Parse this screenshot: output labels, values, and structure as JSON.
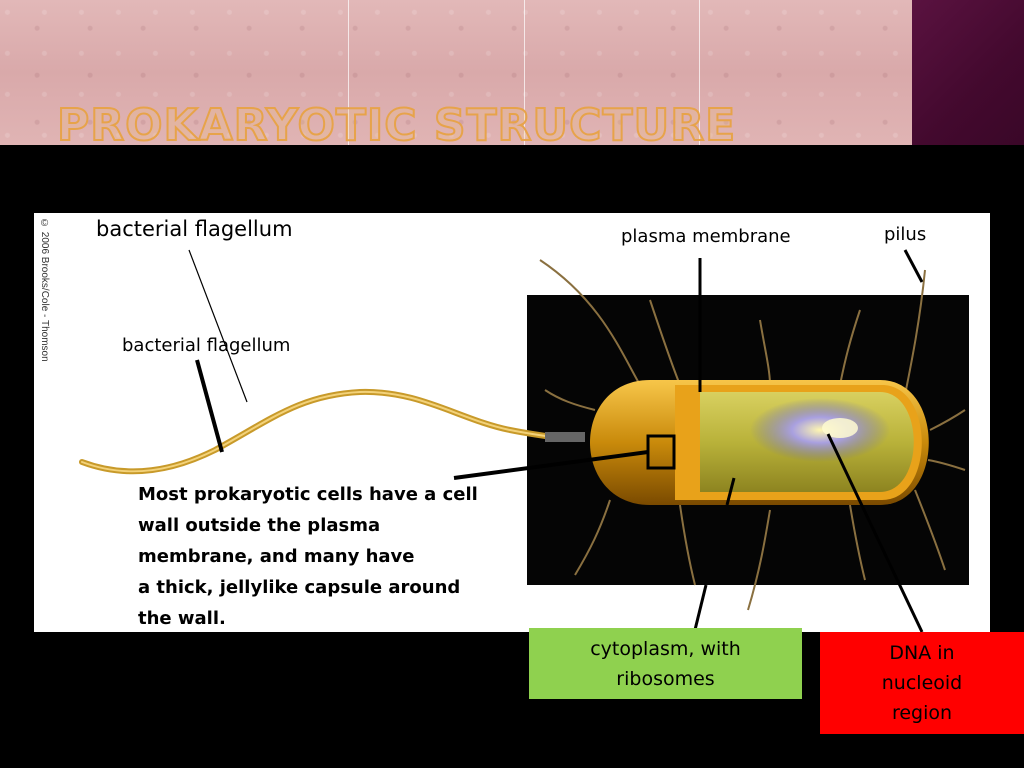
{
  "slide": {
    "title": "Prokaryotic Structure"
  },
  "figure": {
    "credit": "© 2006 Brooks/Cole - Thomson",
    "labels": {
      "bacterial_flagellum_top": "bacterial flagellum",
      "bacterial_flagellum": "bacterial flagellum",
      "plasma_membrane": "plasma membrane",
      "pilus": "pilus"
    },
    "description_lines": [
      "Most prokaryotic cells have a cell",
      "wall outside the plasma",
      "membrane, and many have",
      "a thick, jellylike capsule around",
      "the wall."
    ]
  },
  "callouts": {
    "cytoplasm_line1": "cytoplasm, with",
    "cytoplasm_line2": "ribosomes",
    "dna_line1": "DNA in",
    "dna_line2": "nucleoid",
    "dna_line3": "region"
  },
  "colors": {
    "header_pink": "#dcaeae",
    "purple_accent": "#4a0b33",
    "title_orange": "#e7a34a",
    "cytoplasm_box": "#8fd14f",
    "dna_box": "#ff0000"
  }
}
